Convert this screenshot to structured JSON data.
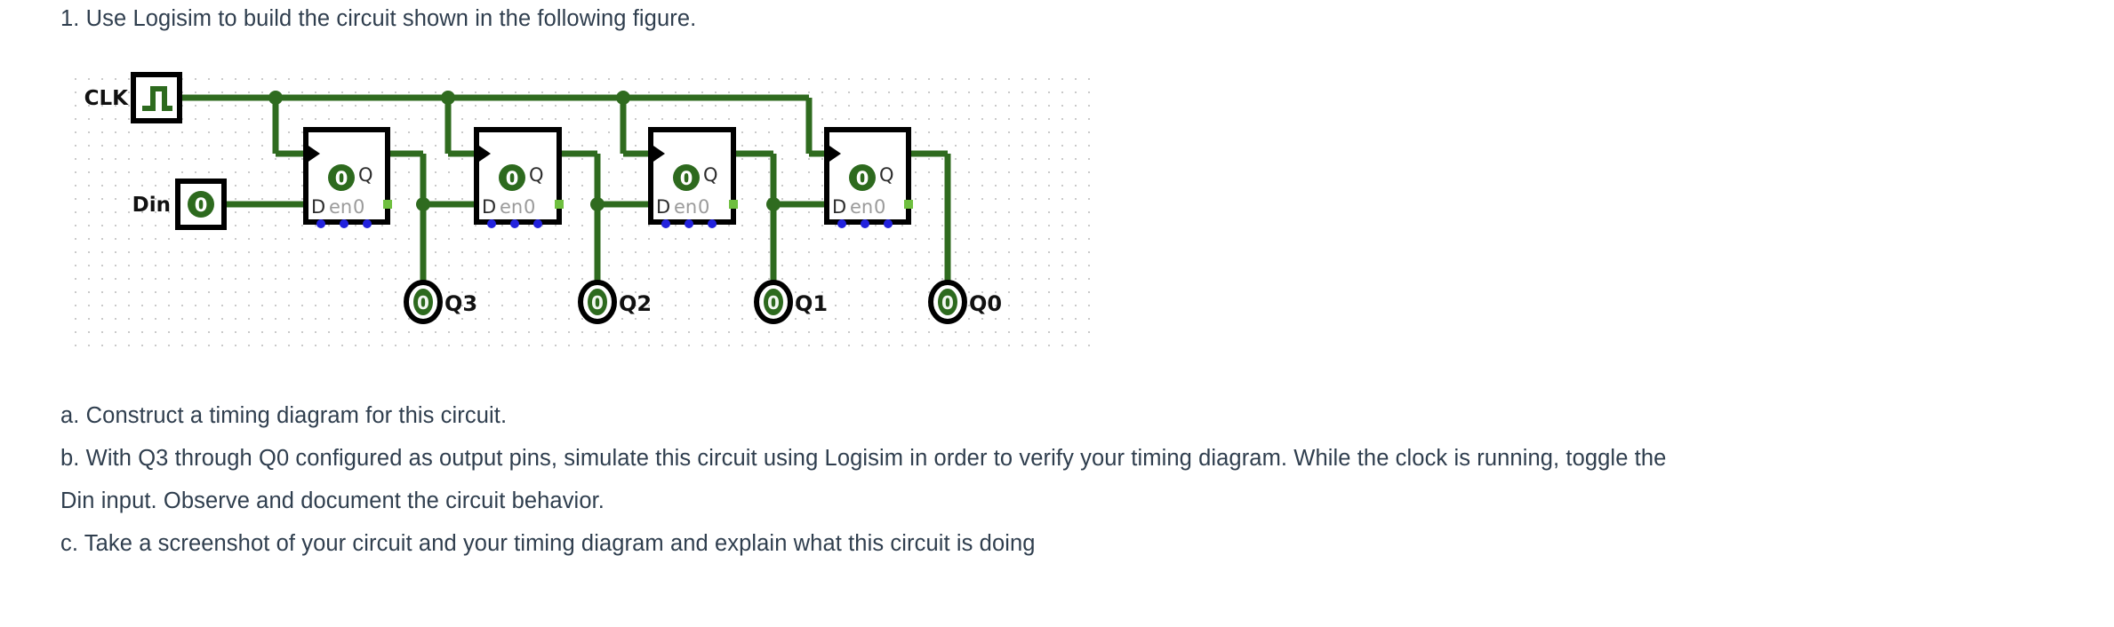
{
  "document": {
    "question_number": "1.",
    "title": "1. Use Logisim to build the circuit shown in the following figure.",
    "parts": {
      "a": "a. Construct a timing diagram for this circuit.",
      "b_line1": "b. With Q3 through Q0 configured as output pins, simulate this circuit using Logisim in order to verify your timing diagram. While the clock is running, toggle the",
      "b_line2": "Din input. Observe and document the circuit behavior.",
      "c": "c. Take a screenshot of your circuit and your timing diagram and explain what this circuit is doing"
    }
  },
  "circuit": {
    "tool": "Logisim",
    "description": "4-bit shift register built from four D flip-flops",
    "colors": {
      "wire": "#2f6b1f",
      "wire_light": "#6fbf3f",
      "component_outline": "#000000",
      "pin_dot": "#2222dd",
      "grid_dot": "#c8c8c8",
      "value_badge": "#2d6a1e",
      "text": "#111111"
    },
    "inputs": [
      {
        "name": "clk-pin",
        "label": "CLK",
        "value": "",
        "kind": "clock"
      },
      {
        "name": "din-pin",
        "label": "Din",
        "value": "0",
        "kind": "input-pin"
      }
    ],
    "flipflops": [
      {
        "id": "ff3",
        "value": "0",
        "q_label": "Q",
        "d_label": "D",
        "en_label": "en",
        "extra_label": "0"
      },
      {
        "id": "ff2",
        "value": "0",
        "q_label": "Q",
        "d_label": "D",
        "en_label": "en",
        "extra_label": "0"
      },
      {
        "id": "ff1",
        "value": "0",
        "q_label": "Q",
        "d_label": "D",
        "en_label": "en",
        "extra_label": "0"
      },
      {
        "id": "ff0",
        "value": "0",
        "q_label": "Q",
        "d_label": "D",
        "en_label": "en",
        "extra_label": "0"
      }
    ],
    "outputs": [
      {
        "id": "out-q3",
        "label": "Q3",
        "value": "0"
      },
      {
        "id": "out-q2",
        "label": "Q2",
        "value": "0"
      },
      {
        "id": "out-q1",
        "label": "Q1",
        "value": "0"
      },
      {
        "id": "out-q0",
        "label": "Q0",
        "value": "0"
      }
    ]
  }
}
